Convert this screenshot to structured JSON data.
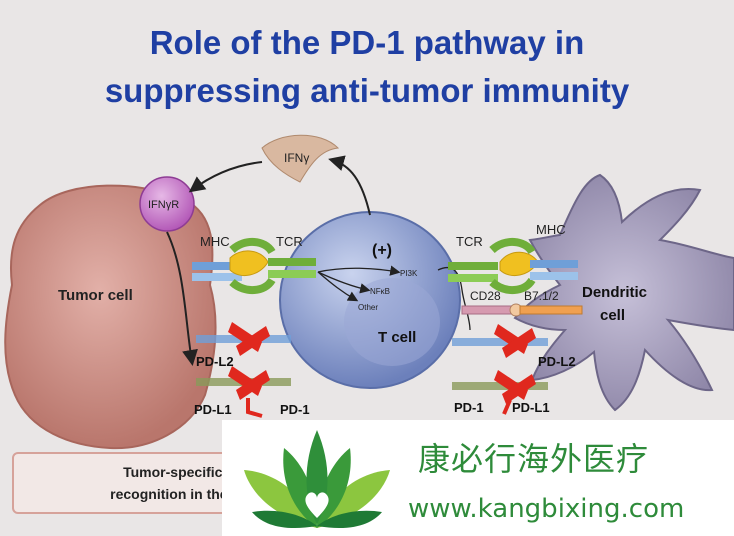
{
  "title": {
    "line1": "Role of the PD-1 pathway in",
    "line2": "suppressing anti-tumor immunity"
  },
  "labels": {
    "ifng": "IFNγ",
    "ifngr": "IFNγR",
    "mhc_left": "MHC",
    "tcr_left": "TCR",
    "tumor": "Tumor cell",
    "plus": "(+)",
    "pi3k": "PI3K",
    "nfkb": "NFκB",
    "other": "Other",
    "tcell": "T cell",
    "tcr_right": "TCR",
    "mhc_right": "MHC",
    "cd28": "CD28",
    "b7": "B7.1/2",
    "dendritic_line1": "Dendritic",
    "dendritic_line2": "cell",
    "pdl2_left": "PD-L2",
    "pdl1_left": "PD-L1",
    "pd1_left": "PD-1",
    "pdl2_right": "PD-L2",
    "pd1_right": "PD-1",
    "pdl1_right": "PD-L1"
  },
  "caption": {
    "line1": "Tumor-specific T",
    "line2": "recognition in the pe"
  },
  "watermark": {
    "name_cn": "康必行海外医疗",
    "url": "www.kangbixing.com"
  },
  "colors": {
    "title": "#1f3fa3",
    "tumor": "#c98a80",
    "tcell": "#7f92c6",
    "dendritic": "#8e86a8",
    "pd1_red": "#e0281e",
    "tcr_green": "#6fae3a",
    "mhc_blue": "#6f9fd8",
    "brand_green": "#2e8b3a"
  }
}
